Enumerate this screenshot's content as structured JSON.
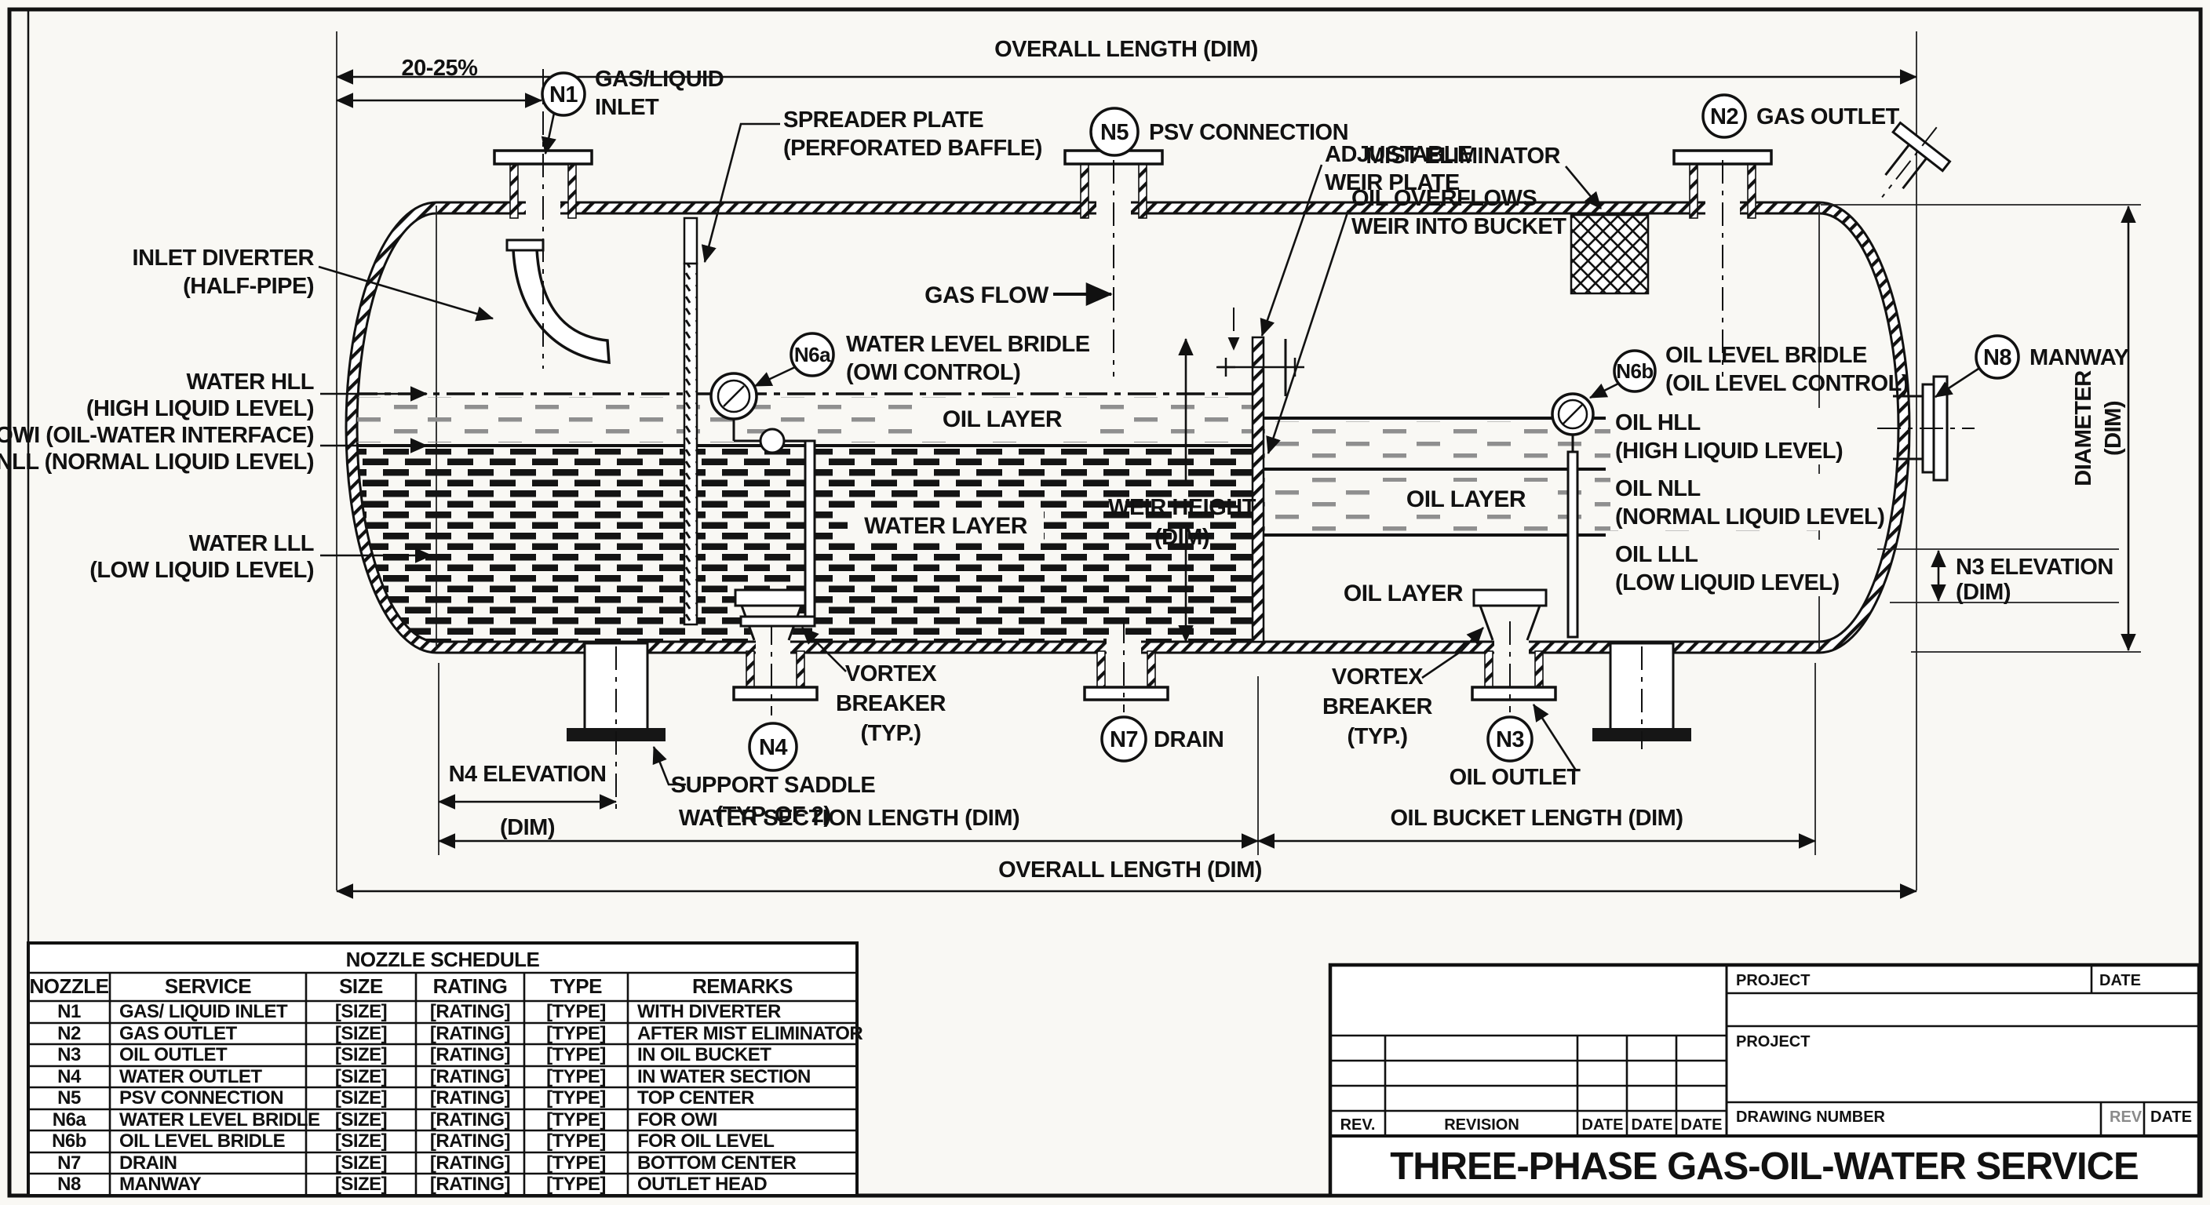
{
  "annotations": {
    "overall_length": "OVERALL LENGTH (DIM)",
    "inlet_position": "20-25%",
    "gas_flow": "GAS FLOW",
    "spreader_1": "SPREADER PLATE",
    "spreader_2": "(PERFORATED BAFFLE)",
    "mist_eliminator": "MIST ELIMINATOR",
    "inlet_diverter_1": "INLET DIVERTER",
    "inlet_diverter_2": "(HALF-PIPE)",
    "adjustable_weir_1": "ADJUSTABLE",
    "adjustable_weir_2": "WEIR PLATE",
    "oil_overflows_1": "OIL OVERFLOWS",
    "oil_overflows_2": "WEIR INTO BUCKET",
    "water_hll_1": "WATER HLL",
    "water_hll_2": "(HIGH LIQUID LEVEL)",
    "owi": "OWI (OIL-WATER INTERFACE)",
    "nll": "NLL (NORMAL LIQUID LEVEL)",
    "water_lll_1": "WATER LLL",
    "water_lll_2": "(LOW LIQUID LEVEL)",
    "oil_hll_1": "OIL HLL",
    "oil_hll_2": "(HIGH LIQUID LEVEL)",
    "oil_nll_1": "OIL NLL",
    "oil_nll_2": "(NORMAL LIQUID LEVEL)",
    "oil_lll_1": "OIL LLL",
    "oil_lll_2": "(LOW LIQUID LEVEL)",
    "oil_layer": "OIL LAYER",
    "water_layer": "WATER LAYER",
    "weir_height_1": "WEIR HEIGHT",
    "weir_height_2": "(DIM)",
    "diameter_1": "DIAMETER",
    "diameter_2": "(DIM)",
    "n3_elevation_1": "N3 ELEVATION",
    "n3_elevation_2": "(DIM)",
    "n4_elevation_1": "N4 ELEVATION",
    "n4_elevation_2": "(DIM)",
    "vortex_1": "VORTEX",
    "vortex_2": "BREAKER",
    "vortex_3": "(TYP.)",
    "support_saddle_1": "SUPPORT SADDLE",
    "support_saddle_2": "(TYP. OF 2)",
    "water_section_length": "WATER SECTION LENGTH (DIM)",
    "oil_bucket_length": "OIL BUCKET LENGTH (DIM)",
    "oil_outlet": "OIL OUTLET",
    "drain": "DRAIN"
  },
  "nozzles": {
    "n1": {
      "id": "N1",
      "label_1": "GAS/LIQUID",
      "label_2": "INLET"
    },
    "n2": {
      "id": "N2",
      "label": "GAS OUTLET"
    },
    "n3": {
      "id": "N3"
    },
    "n4": {
      "id": "N4"
    },
    "n5": {
      "id": "N5",
      "label": "PSV CONNECTION"
    },
    "n6a": {
      "id": "N6a",
      "label_1": "WATER LEVEL BRIDLE",
      "label_2": "(OWI CONTROL)"
    },
    "n6b": {
      "id": "N6b",
      "label_1": "OIL LEVEL BRIDLE",
      "label_2": "(OIL LEVEL CONTROL)"
    },
    "n7": {
      "id": "N7"
    },
    "n8": {
      "id": "N8",
      "label": "MANWAY"
    }
  },
  "schedule": {
    "title": "NOZZLE SCHEDULE",
    "headers": [
      "NOZZLE",
      "SERVICE",
      "SIZE",
      "RATING",
      "TYPE",
      "REMARKS"
    ],
    "rows": [
      [
        "N1",
        "GAS/ LIQUID INLET",
        "[SIZE]",
        "[RATING]",
        "[TYPE]",
        "WITH DIVERTER"
      ],
      [
        "N2",
        "GAS OUTLET",
        "[SIZE]",
        "[RATING]",
        "[TYPE]",
        "AFTER MIST ELIMINATOR"
      ],
      [
        "N3",
        "OIL OUTLET",
        "[SIZE]",
        "[RATING]",
        "[TYPE]",
        "IN OIL BUCKET"
      ],
      [
        "N4",
        "WATER OUTLET",
        "[SIZE]",
        "[RATING]",
        "[TYPE]",
        "IN WATER SECTION"
      ],
      [
        "N5",
        "PSV CONNECTION",
        "[SIZE]",
        "[RATING]",
        "[TYPE]",
        "TOP CENTER"
      ],
      [
        "N6a",
        "WATER LEVEL BRIDLE",
        "[SIZE]",
        "[RATING]",
        "[TYPE]",
        "FOR OWI"
      ],
      [
        "N6b",
        "OIL LEVEL BRIDLE",
        "[SIZE]",
        "[RATING]",
        "[TYPE]",
        "FOR OIL LEVEL"
      ],
      [
        "N7",
        "DRAIN",
        "[SIZE]",
        "[RATING]",
        "[TYPE]",
        "BOTTOM CENTER"
      ],
      [
        "N8",
        "MANWAY",
        "[SIZE]",
        "[RATING]",
        "[TYPE]",
        "OUTLET HEAD"
      ]
    ]
  },
  "title_block": {
    "project_label": "PROJECT",
    "date_label": "DATE",
    "drawing_number_label": "DRAWING NUMBER",
    "rev_label": "REV",
    "rev_col_label": "REV.",
    "revision_label": "REVISION",
    "banner": "THREE-PHASE GAS-OIL-WATER SERVICE"
  }
}
